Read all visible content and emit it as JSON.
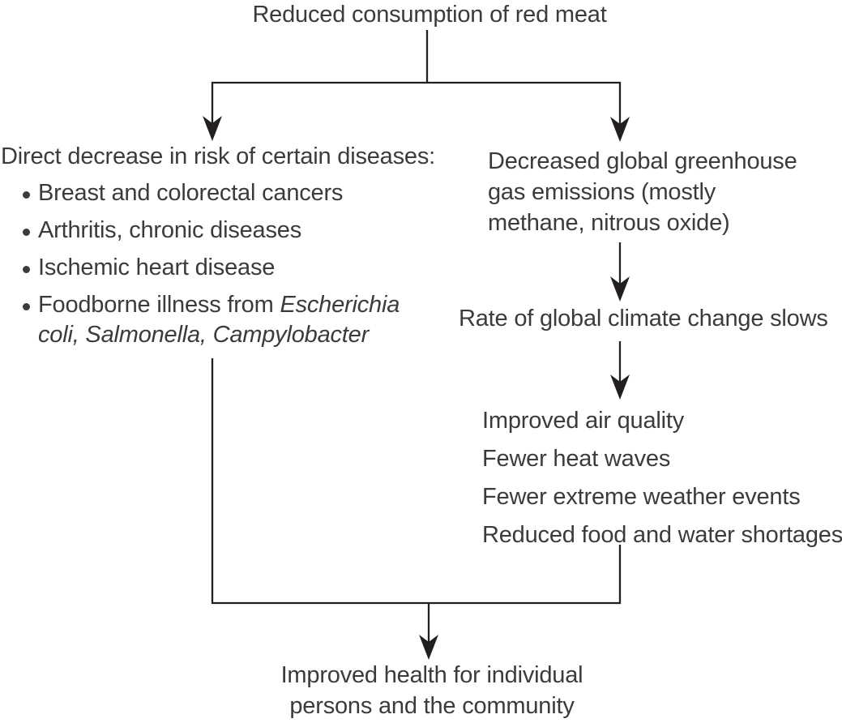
{
  "title": "Reduced consumption of red meat",
  "colors": {
    "text": "#3b3b3b",
    "line": "#231f20"
  },
  "left_branch": {
    "heading": "Direct decrease in risk of certain diseases:",
    "bullets": [
      "Breast and colorectal cancers",
      "Arthritis, chronic diseases",
      "Ischemic heart disease"
    ],
    "bullet_foodborne": {
      "lead": "Foodborne illness from",
      "italic_line1": "Escherichia",
      "italic_line2": "coli, Salmonella, Campylobacter"
    }
  },
  "right_branch": {
    "greenhouse_lines": [
      "Decreased global greenhouse",
      "gas emissions (mostly",
      "methane, nitrous oxide)"
    ],
    "rate_text": "Rate of global climate change slows",
    "benefits": [
      "Improved air quality",
      "Fewer heat waves",
      "Fewer extreme weather events",
      "Reduced food and water shortages"
    ]
  },
  "outcome": {
    "lines": [
      "Improved health for individual",
      "persons and the community"
    ]
  }
}
